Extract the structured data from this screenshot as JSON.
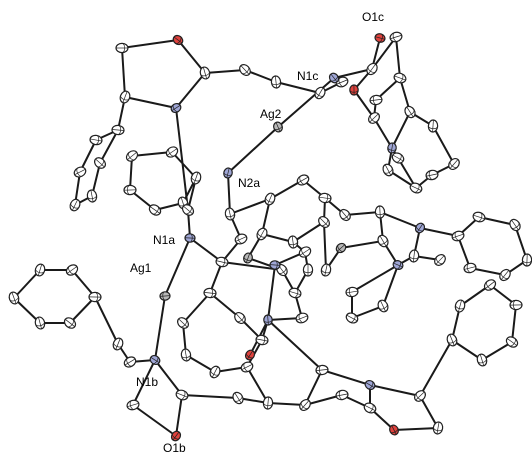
{
  "diagram": {
    "type": "ORTEP crystal structure drawing",
    "colors": {
      "bond": "#1a1a1a",
      "carbon_fill": "#ffffff",
      "nitrogen_fill": "#9fa6d6",
      "oxygen_fill": "#e0413c",
      "silver_fill": "#b8b8b8",
      "atom_outline": "#222222",
      "label_text": "#000000"
    },
    "labels": {
      "o1c": "O1c",
      "n1c": "N1c",
      "ag2": "Ag2",
      "n2a": "N2a",
      "n1a": "N1a",
      "ag1": "Ag1",
      "n1b": "N1b",
      "o1b": "O1b"
    }
  }
}
